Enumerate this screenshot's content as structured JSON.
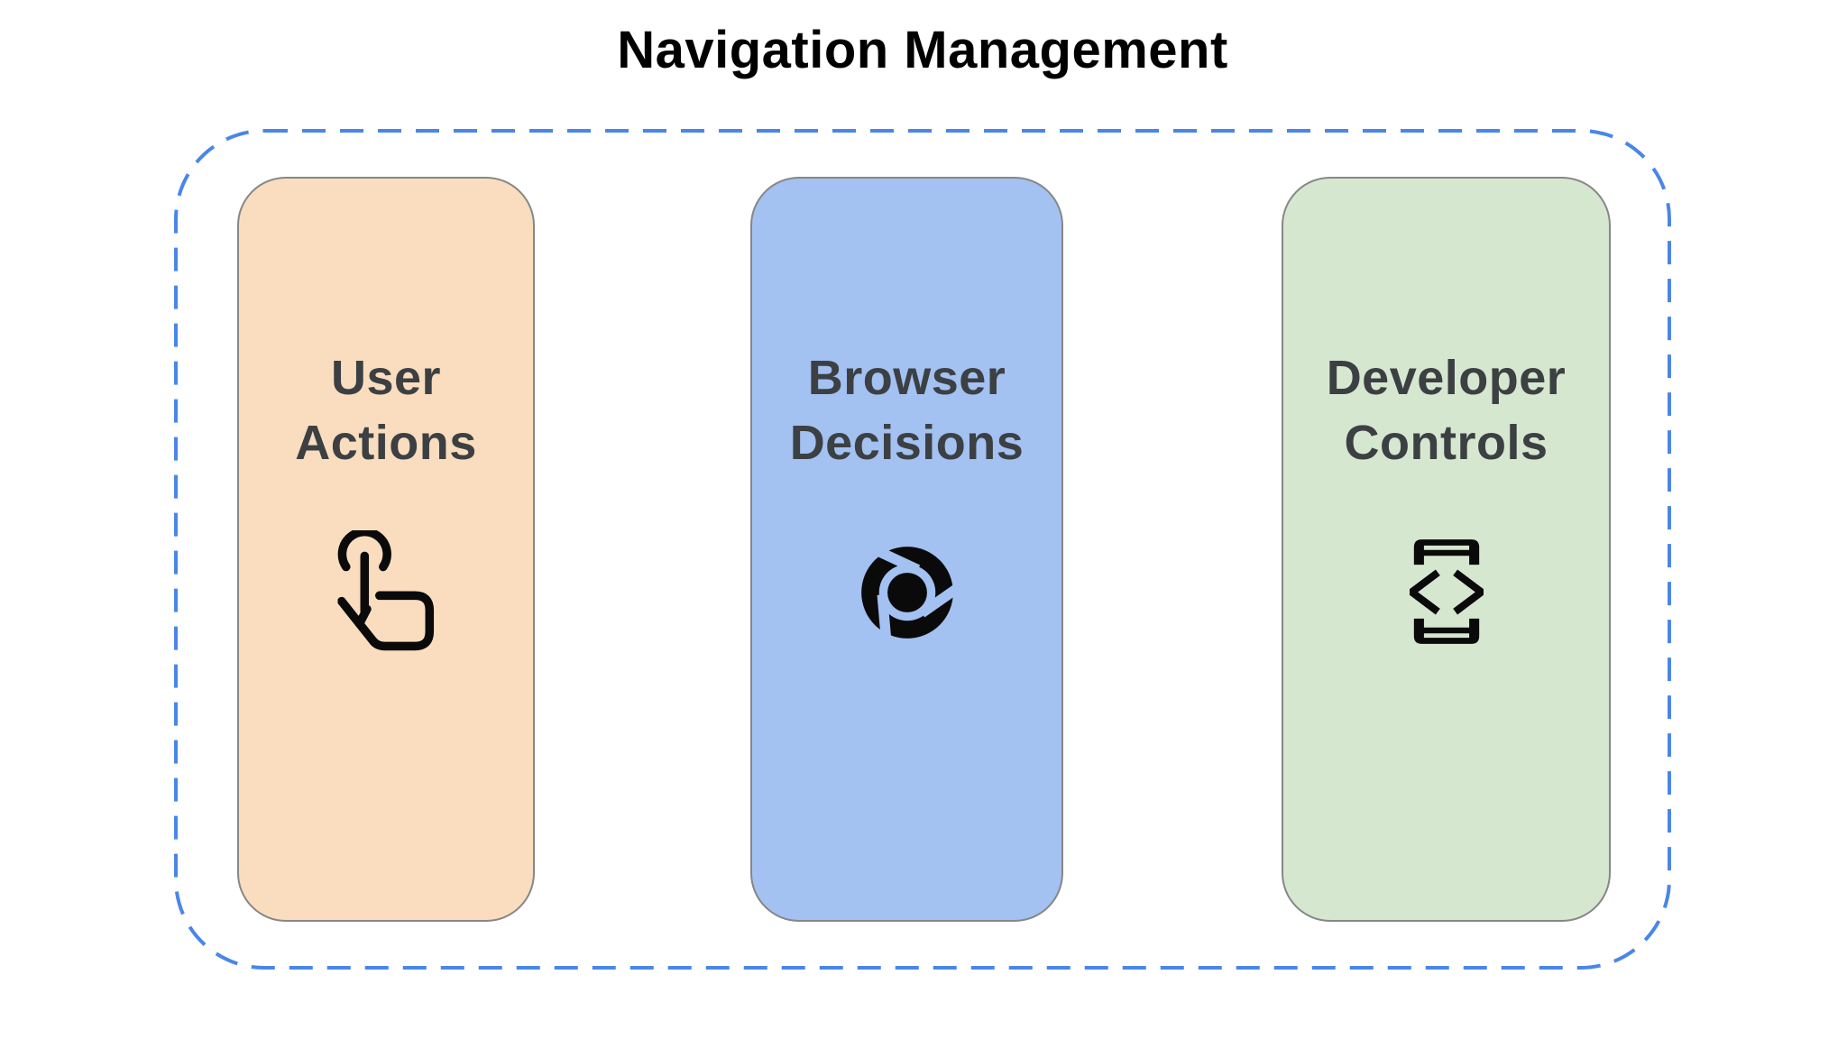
{
  "title": "Navigation Management",
  "frame": {
    "style": "dashed",
    "border_color": "#4A86E8"
  },
  "cards": [
    {
      "label": "User Actions",
      "icon": "tap-gesture-icon",
      "bg": "#F9DDBE"
    },
    {
      "label": "Browser Decisions",
      "icon": "chrome-browser-icon",
      "bg": "#A3C1F1"
    },
    {
      "label": "Developer Controls",
      "icon": "developer-mode-icon",
      "bg": "#D6E7D0"
    }
  ],
  "text_color": "#3C4043",
  "icon_color": "#0A0A0A",
  "card_border_color": "#878787"
}
